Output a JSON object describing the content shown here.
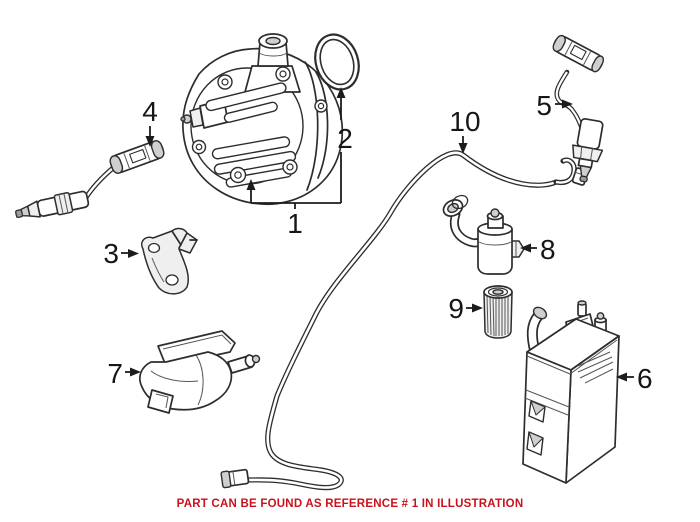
{
  "illustration": {
    "callouts": [
      {
        "label": "1"
      },
      {
        "label": "2"
      },
      {
        "label": "3"
      },
      {
        "label": "4"
      },
      {
        "label": "5"
      },
      {
        "label": "6"
      },
      {
        "label": "7"
      },
      {
        "label": "8"
      },
      {
        "label": "9"
      },
      {
        "label": "10"
      }
    ],
    "caption": {
      "text": "PART CAN BE FOUND AS REFERENCE # 1 IN ILLUSTRATION",
      "color": "#c8121c"
    },
    "colors": {
      "background": "#ffffff",
      "line_art": "#2d2d2d",
      "label_text": "#161616"
    }
  }
}
